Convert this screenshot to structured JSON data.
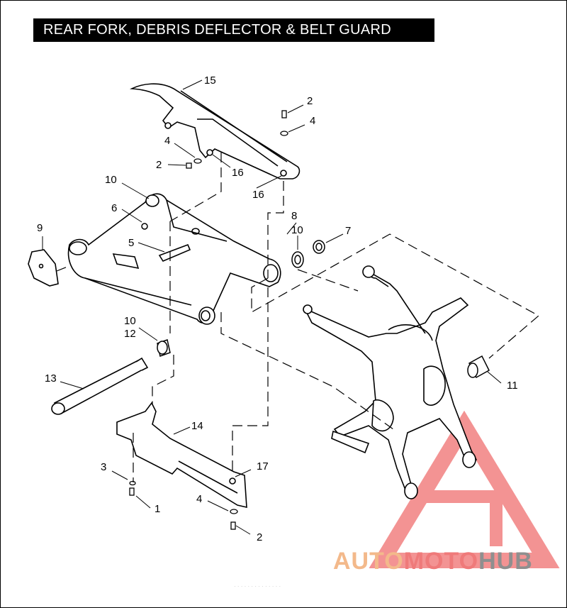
{
  "title": "REAR  FORK, DEBRIS DEFLECTOR  &  BELT GUARD",
  "callouts": [
    {
      "label": "15"
    },
    {
      "label": "2"
    },
    {
      "label": "4"
    },
    {
      "label": "4"
    },
    {
      "label": "2"
    },
    {
      "label": "16"
    },
    {
      "label": "16"
    },
    {
      "label": "10"
    },
    {
      "label": "6"
    },
    {
      "label": "8"
    },
    {
      "label": "10"
    },
    {
      "label": "7"
    },
    {
      "label": "9"
    },
    {
      "label": "5"
    },
    {
      "label": "10"
    },
    {
      "label": "12"
    },
    {
      "label": "11"
    },
    {
      "label": "13"
    },
    {
      "label": "14"
    },
    {
      "label": "3"
    },
    {
      "label": "17"
    },
    {
      "label": "1"
    },
    {
      "label": "4"
    },
    {
      "label": "2"
    }
  ],
  "watermark": {
    "part_a": "AUTO",
    "part_b": "MOTO",
    "part_c": "HUB",
    "color_a": "#f3b98b",
    "color_b": "#ef7a7a",
    "color_c": "#8f8f8f"
  },
  "fine_print": "· · · · · · · · · · · · · ·"
}
